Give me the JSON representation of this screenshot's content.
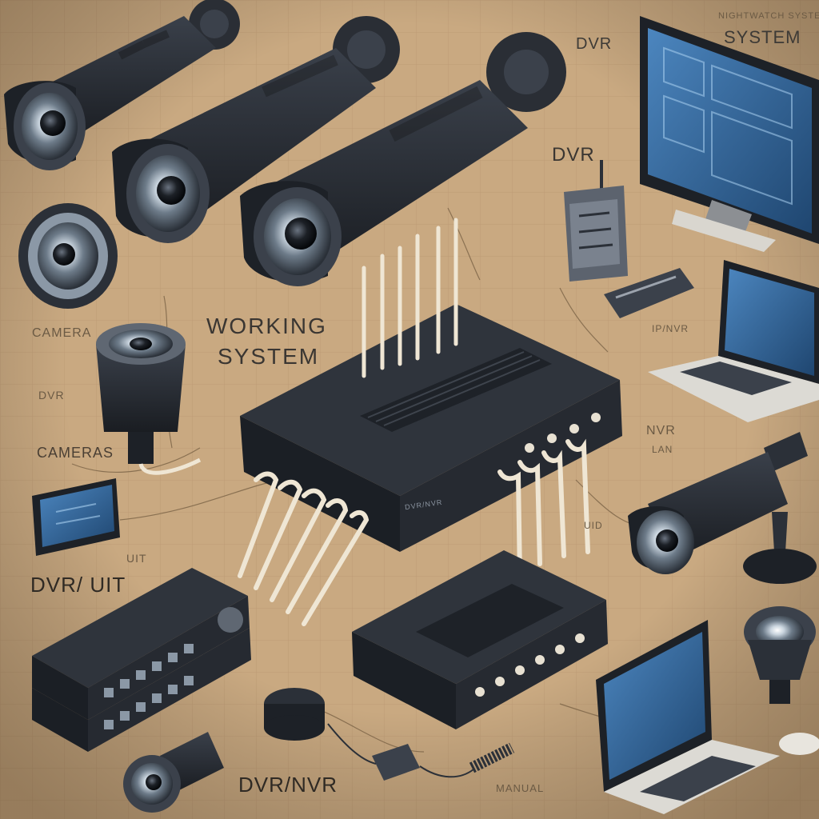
{
  "labels": {
    "top_system": "SYSTEM",
    "top_system_small": "NIGHTWATCH SYSTEM",
    "dvr_top": "DVR",
    "dvr_mid": "DVR",
    "working_system_line1": "WORKING",
    "working_system_line2": "SYSTEM",
    "camera_left": "CAMERA",
    "dvr_left_small": "DVR",
    "cameras": "CAMERAS",
    "dvr_unit": "DVR/ UIT",
    "uit": "UIT",
    "nvr_right": "NVR",
    "nvr_right_small": "LAN",
    "uid": "UID",
    "dvr_nvr": "DVR/NVR",
    "manual": "MANUAL",
    "router_brand": "DVR/NVR",
    "ip_label": "IP/NVR"
  },
  "colors": {
    "background": "#c9a981",
    "grid": "#b89671",
    "device_body": "#2b3038",
    "device_dark": "#1b1f25",
    "cable": "#efe6d4",
    "screen_blue": "#2e5f8f",
    "screen_glow": "#6fa6d6",
    "lens_ring": "#8b98a6"
  },
  "icons": {
    "bullet_camera": "bullet-camera-icon",
    "dome_camera": "dome-camera-icon",
    "monitor": "monitor-icon",
    "laptop": "laptop-icon",
    "router": "router-icon",
    "dvr_recorder": "dvr-recorder-icon",
    "nvr_recorder": "nvr-recorder-icon",
    "adapter": "adapter-icon",
    "mouse": "mouse-icon",
    "wifi_device": "wifi-device-icon"
  }
}
